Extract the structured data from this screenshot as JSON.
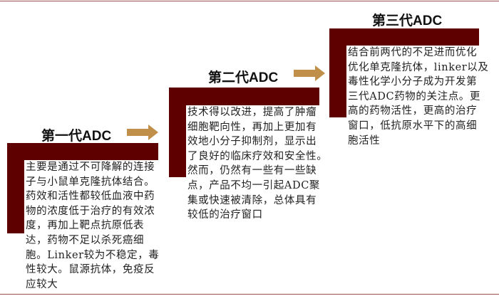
{
  "colors": {
    "block": "#5e0000",
    "arrow": "#c0904a"
  },
  "generations": [
    {
      "title": "第一代ADC",
      "lines": [
        "主要是通过不可降解的连接",
        "子与小鼠单克隆抗体结合。",
        "药效和活性都较低血液中药",
        "物的浓度低于治疗的有效浓",
        "度，再加上靶点抗原低表",
        "达，药物不足以杀死癌细",
        "胞。Linker较为不稳定，毒",
        "性较大。鼠源抗体，免疫反",
        "应较大"
      ]
    },
    {
      "title": "第二代ADC",
      "lines": [
        "技术得以改进，提高了肿瘤",
        "细胞靶向性，再加上更加有",
        "效地小分子抑制剂，显示出",
        "了良好的临床疗效和安全性。",
        "然而，仍然有一些有一些缺",
        "点，产品不均一引起ADC聚",
        "集或快速被清除，总体具有",
        "较低的治疗窗口"
      ]
    },
    {
      "title": "第三代ADC",
      "lines": [
        "结合前两代的不足进而优化",
        "优化单克隆抗体，linker以及",
        "毒性化学小分子成为开发第",
        "三代ADC药物的关注点。更",
        "高的药物活性，更高的治疗",
        "窗口，低抗原水平下的高细",
        "胞活性"
      ]
    }
  ]
}
